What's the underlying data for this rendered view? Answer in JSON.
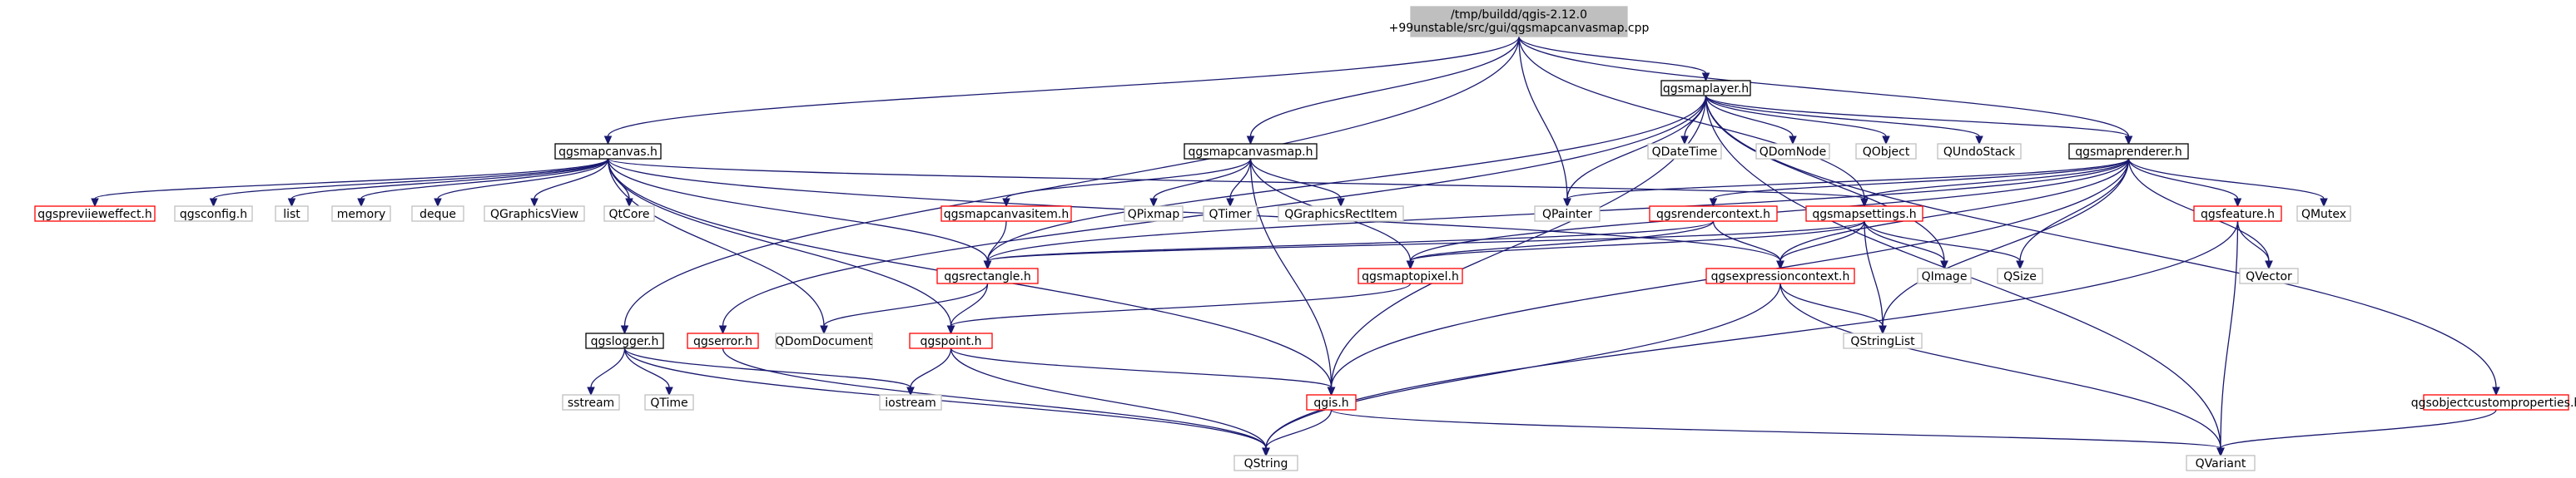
{
  "root": {
    "line1": "/tmp/buildd/qgis-2.12.0",
    "line2": "+99unstable/src/gui/qgsmapcanvasmap.cpp"
  },
  "colors": {
    "edge": "#191970",
    "border_documented": "#000000",
    "border_linked": "#ff0000",
    "border_external": "#bfbfbf",
    "root_fill": "#bfbfbf",
    "text": "#000000"
  },
  "nodes": {
    "root": {
      "label": "/tmp/buildd/qgis-2.12.0 +99unstable/src/gui/qgsmapcanvasmap.cpp",
      "kind": "root"
    },
    "maplayer": {
      "label": "qgsmaplayer.h",
      "kind": "documented"
    },
    "mapcanvas": {
      "label": "qgsmapcanvas.h",
      "kind": "documented"
    },
    "mapcanvasmap": {
      "label": "qgsmapcanvasmap.h",
      "kind": "documented"
    },
    "maprenderer": {
      "label": "qgsmaprenderer.h",
      "kind": "documented"
    },
    "logger": {
      "label": "qgslogger.h",
      "kind": "documented"
    },
    "previeweffect": {
      "label": "qgspreviieweffect.h",
      "kind": "linked"
    },
    "config": {
      "label": "qgsconfig.h",
      "kind": "external"
    },
    "list": {
      "label": "list",
      "kind": "external"
    },
    "memory": {
      "label": "memory",
      "kind": "external"
    },
    "deque": {
      "label": "deque",
      "kind": "external"
    },
    "qgraphicsview": {
      "label": "QGraphicsView",
      "kind": "external"
    },
    "qtcore": {
      "label": "QtCore",
      "kind": "external"
    },
    "mapcanvasitem": {
      "label": "qgsmapcanvasitem.h",
      "kind": "linked"
    },
    "qpixmap": {
      "label": "QPixmap",
      "kind": "external"
    },
    "qtimer": {
      "label": "QTimer",
      "kind": "external"
    },
    "qgraphicsrectitem": {
      "label": "QGraphicsRectItem",
      "kind": "external"
    },
    "qdatetime": {
      "label": "QDateTime",
      "kind": "external"
    },
    "qdomnode": {
      "label": "QDomNode",
      "kind": "external"
    },
    "qobject": {
      "label": "QObject",
      "kind": "external"
    },
    "qundostack": {
      "label": "QUndoStack",
      "kind": "external"
    },
    "qpainter": {
      "label": "QPainter",
      "kind": "external"
    },
    "rendercontext": {
      "label": "qgsrendercontext.h",
      "kind": "linked"
    },
    "mapsettings": {
      "label": "qgsmapsettings.h",
      "kind": "linked"
    },
    "feature": {
      "label": "qgsfeature.h",
      "kind": "linked"
    },
    "qmutex": {
      "label": "QMutex",
      "kind": "external"
    },
    "rectangle": {
      "label": "qgsrectangle.h",
      "kind": "linked"
    },
    "maptopixel": {
      "label": "qgsmaptopixel.h",
      "kind": "linked"
    },
    "expressioncontext": {
      "label": "qgsexpressioncontext.h",
      "kind": "linked"
    },
    "qimage": {
      "label": "QImage",
      "kind": "external"
    },
    "qsize": {
      "label": "QSize",
      "kind": "external"
    },
    "qvector": {
      "label": "QVector",
      "kind": "external"
    },
    "error": {
      "label": "qgserror.h",
      "kind": "linked"
    },
    "qdomdocument": {
      "label": "QDomDocument",
      "kind": "external"
    },
    "point": {
      "label": "qgspoint.h",
      "kind": "linked"
    },
    "qstringlist": {
      "label": "QStringList",
      "kind": "external"
    },
    "sstream": {
      "label": "sstream",
      "kind": "external"
    },
    "qtime": {
      "label": "QTime",
      "kind": "external"
    },
    "iostream": {
      "label": "iostream",
      "kind": "external"
    },
    "qgis": {
      "label": "qgis.h",
      "kind": "linked"
    },
    "objectcustomproperties": {
      "label": "qgsobjectcustomproperties.h",
      "kind": "linked"
    },
    "qstring": {
      "label": "QString",
      "kind": "external"
    },
    "qvariant": {
      "label": "QVariant",
      "kind": "external"
    }
  },
  "edges": [
    [
      "root",
      "logger"
    ],
    [
      "root",
      "mapcanvas"
    ],
    [
      "root",
      "mapcanvasmap"
    ],
    [
      "root",
      "maplayer"
    ],
    [
      "root",
      "qpainter"
    ],
    [
      "root",
      "mapsettings"
    ],
    [
      "root",
      "maprenderer"
    ],
    [
      "mapcanvas",
      "previeweffect"
    ],
    [
      "mapcanvas",
      "config"
    ],
    [
      "mapcanvas",
      "list"
    ],
    [
      "mapcanvas",
      "memory"
    ],
    [
      "mapcanvas",
      "deque"
    ],
    [
      "mapcanvas",
      "qgraphicsview"
    ],
    [
      "mapcanvas",
      "qtcore"
    ],
    [
      "mapcanvas",
      "qdomdocument"
    ],
    [
      "mapcanvas",
      "rectangle"
    ],
    [
      "mapcanvas",
      "point"
    ],
    [
      "mapcanvas",
      "qgis"
    ],
    [
      "mapcanvas",
      "mapsettings"
    ],
    [
      "mapcanvas",
      "expressioncontext"
    ],
    [
      "mapcanvasmap",
      "mapcanvasitem"
    ],
    [
      "mapcanvasmap",
      "qpixmap"
    ],
    [
      "mapcanvasmap",
      "qtimer"
    ],
    [
      "mapcanvasmap",
      "qgraphicsrectitem"
    ],
    [
      "mapcanvasmap",
      "maptopixel"
    ],
    [
      "mapcanvasmap",
      "qgis"
    ],
    [
      "mapcanvasitem",
      "rectangle"
    ],
    [
      "maplayer",
      "qdatetime"
    ],
    [
      "maplayer",
      "qdomnode"
    ],
    [
      "maplayer",
      "qobject"
    ],
    [
      "maplayer",
      "qundostack"
    ],
    [
      "maplayer",
      "maprenderer"
    ],
    [
      "maplayer",
      "qpainter"
    ],
    [
      "maplayer",
      "qimage"
    ],
    [
      "maplayer",
      "rectangle"
    ],
    [
      "maplayer",
      "error"
    ],
    [
      "maplayer",
      "qgis"
    ],
    [
      "maplayer",
      "objectcustomproperties"
    ],
    [
      "maplayer",
      "qvariant"
    ],
    [
      "maprenderer",
      "qpainter"
    ],
    [
      "maprenderer",
      "rendercontext"
    ],
    [
      "maprenderer",
      "mapsettings"
    ],
    [
      "maprenderer",
      "feature"
    ],
    [
      "maprenderer",
      "qmutex"
    ],
    [
      "maprenderer",
      "rectangle"
    ],
    [
      "maprenderer",
      "qsize"
    ],
    [
      "maprenderer",
      "qvector"
    ],
    [
      "maprenderer",
      "qstringlist"
    ],
    [
      "maprenderer",
      "qgis"
    ],
    [
      "maprenderer",
      "maptopixel"
    ],
    [
      "maprenderer",
      "expressioncontext"
    ],
    [
      "rendercontext",
      "rectangle"
    ],
    [
      "rendercontext",
      "maptopixel"
    ],
    [
      "rendercontext",
      "expressioncontext"
    ],
    [
      "mapsettings",
      "rectangle"
    ],
    [
      "mapsettings",
      "maptopixel"
    ],
    [
      "mapsettings",
      "expressioncontext"
    ],
    [
      "mapsettings",
      "qimage"
    ],
    [
      "mapsettings",
      "qsize"
    ],
    [
      "mapsettings",
      "qstringlist"
    ],
    [
      "feature",
      "qvector"
    ],
    [
      "feature",
      "qvariant"
    ],
    [
      "feature",
      "qstring"
    ],
    [
      "rectangle",
      "qdomdocument"
    ],
    [
      "rectangle",
      "point"
    ],
    [
      "maptopixel",
      "point"
    ],
    [
      "expressioncontext",
      "qstringlist"
    ],
    [
      "expressioncontext",
      "qstring"
    ],
    [
      "expressioncontext",
      "qvariant"
    ],
    [
      "point",
      "iostream"
    ],
    [
      "point",
      "qgis"
    ],
    [
      "point",
      "qstring"
    ],
    [
      "error",
      "qstring"
    ],
    [
      "logger",
      "sstream"
    ],
    [
      "logger",
      "qtime"
    ],
    [
      "logger",
      "iostream"
    ],
    [
      "logger",
      "qstring"
    ],
    [
      "qgis",
      "qstring"
    ],
    [
      "qgis",
      "qvariant"
    ],
    [
      "objectcustomproperties",
      "qvariant"
    ]
  ]
}
